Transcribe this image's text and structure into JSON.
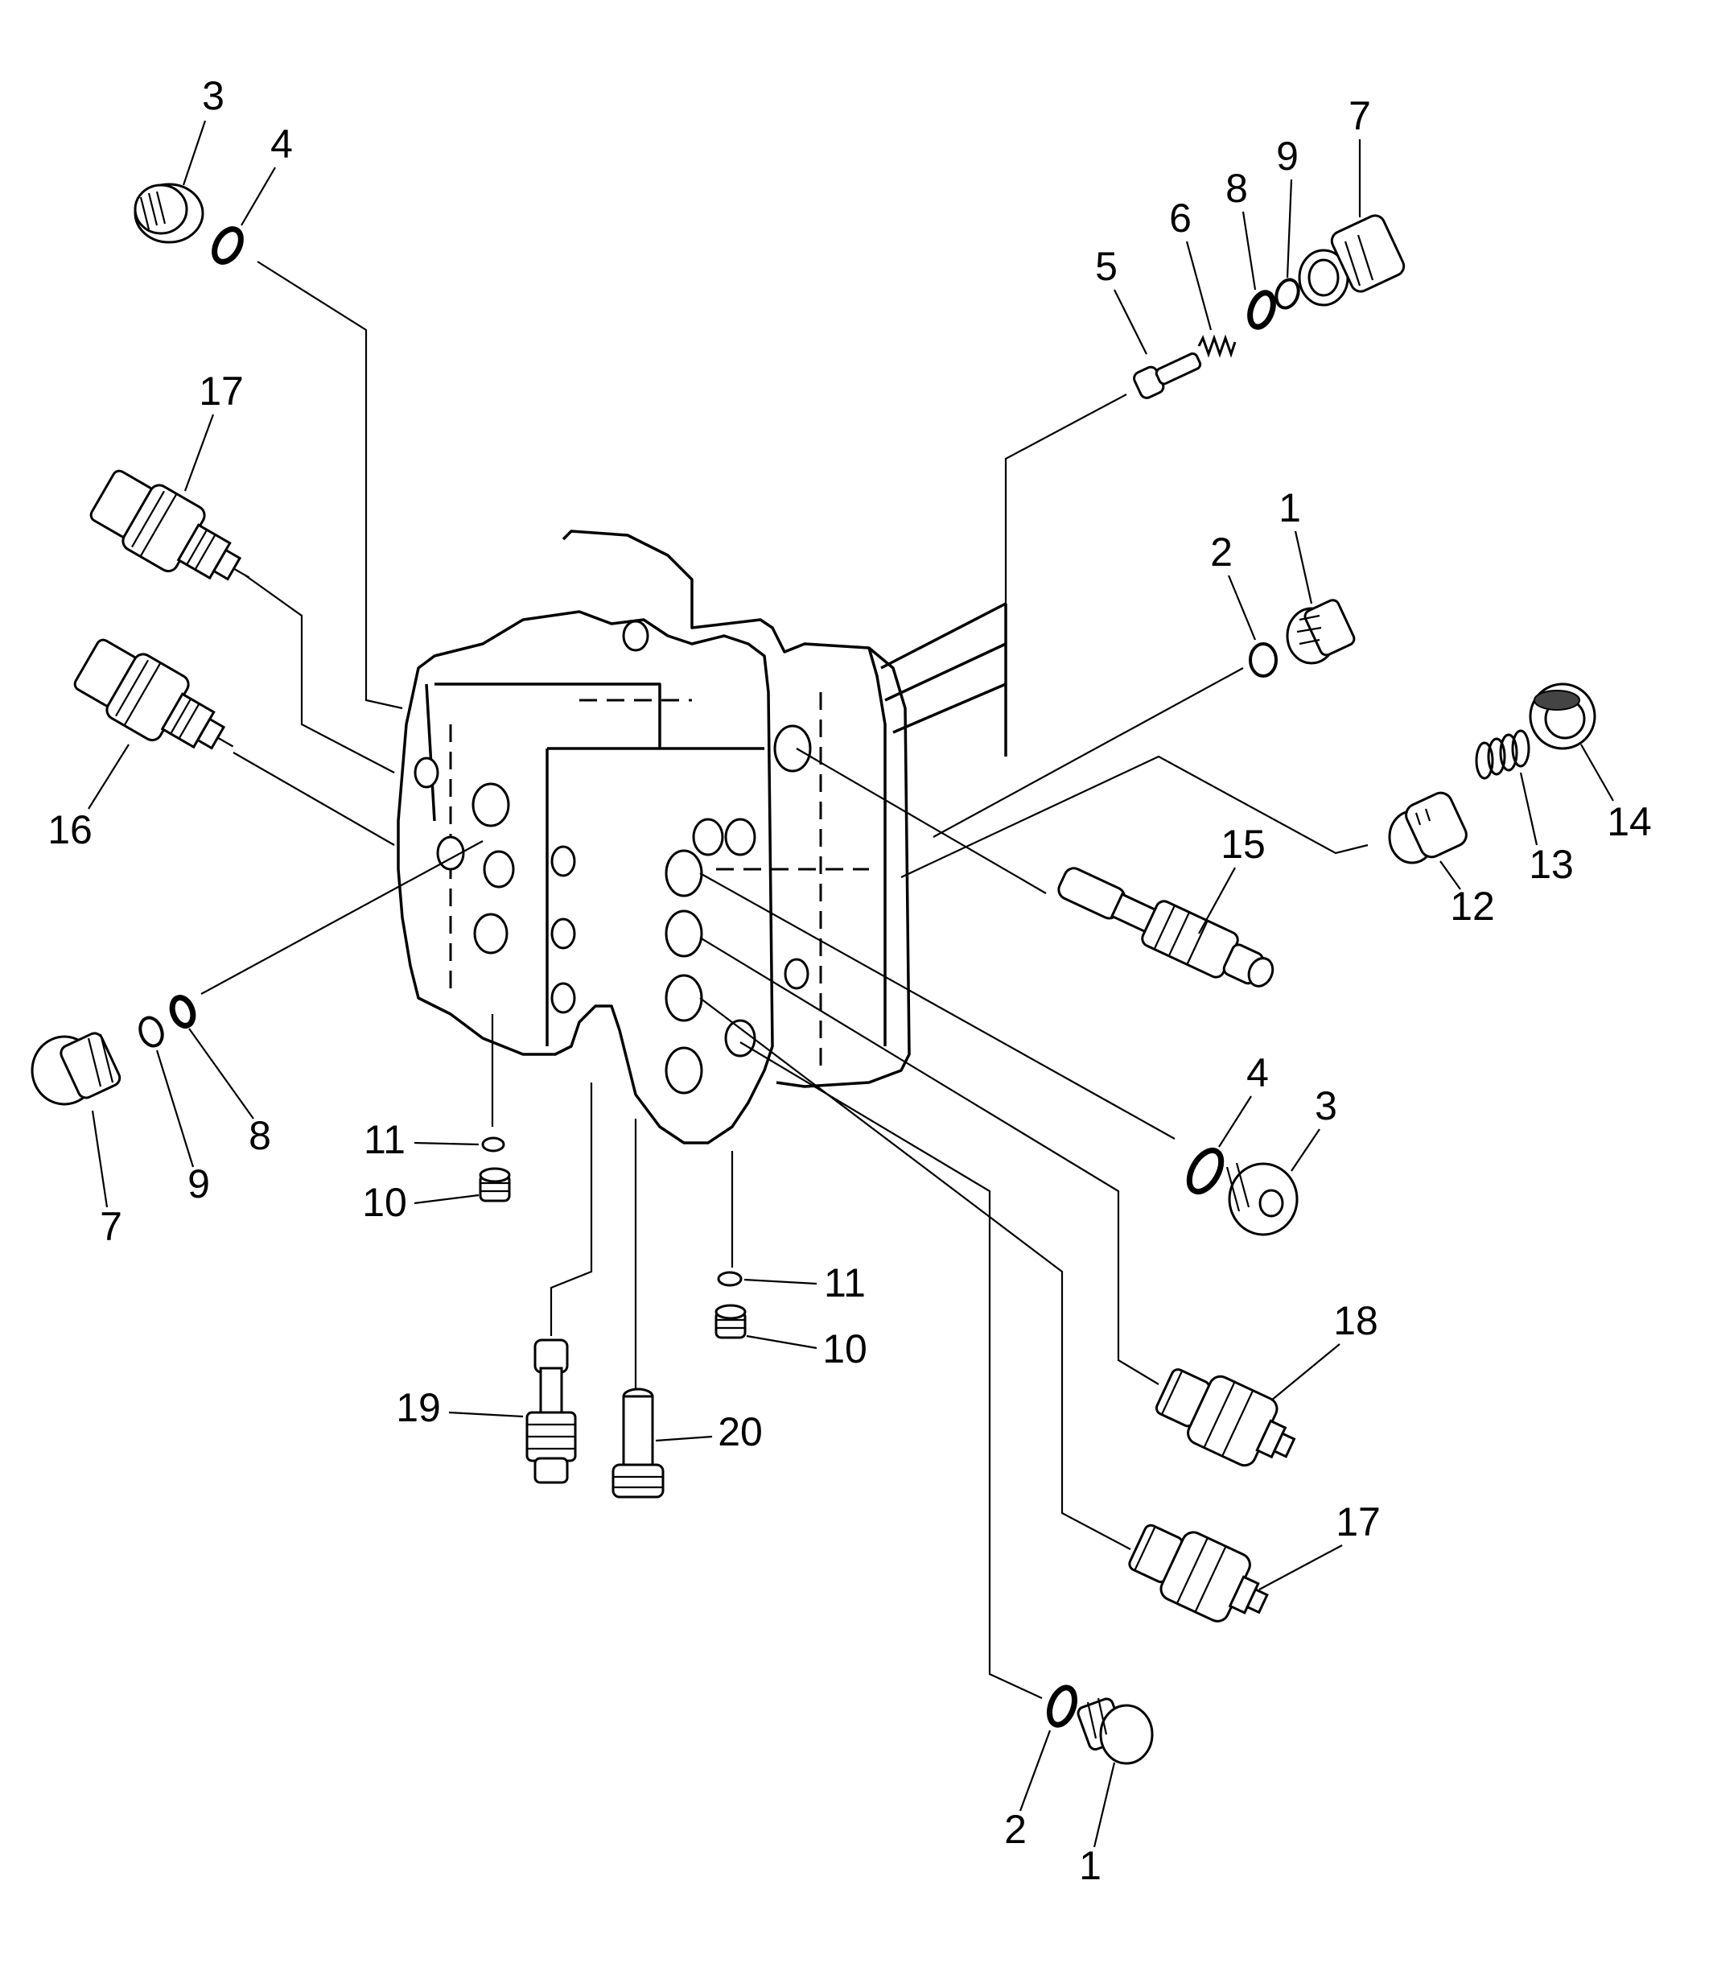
{
  "callouts": {
    "c3a": "3",
    "c4a": "4",
    "c17a": "17",
    "c16": "16",
    "c7a": "7",
    "c9a": "9",
    "c8a": "8",
    "c5": "5",
    "c6": "6",
    "c8b": "8",
    "c9b": "9",
    "c7b": "7",
    "c1a": "1",
    "c2a": "2",
    "c12": "12",
    "c13": "13",
    "c14": "14",
    "c15": "15",
    "c4b": "4",
    "c3b": "3",
    "c11a": "11",
    "c10a": "10",
    "c11b": "11",
    "c10b": "10",
    "c19": "19",
    "c20": "20",
    "c18": "18",
    "c17b": "17",
    "c2b": "2",
    "c1b": "1"
  }
}
